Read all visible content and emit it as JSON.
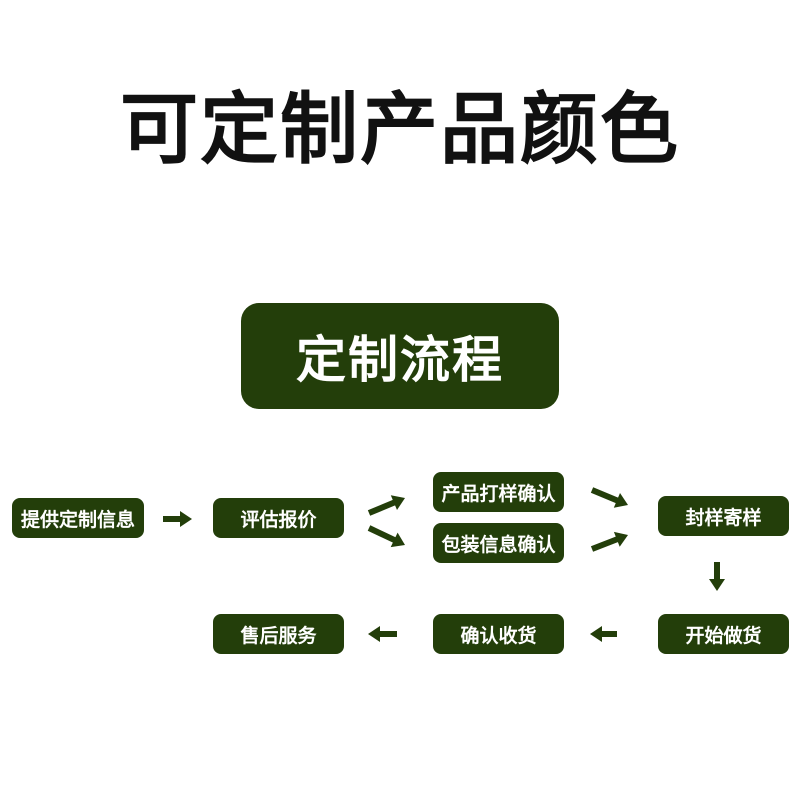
{
  "title": "可定制产品颜色",
  "banner": "定制流程",
  "steps": {
    "provide_info": "提供定制信息",
    "quote": "评估报价",
    "sample": "产品打样确认",
    "packaging": "包装信息确认",
    "seal_sample": "封样寄样",
    "production": "开始做货",
    "receive": "确认收货",
    "after_sales": "售后服务"
  },
  "colors": {
    "box": "#233e0a",
    "arrow": "#233e0a",
    "title": "#111111"
  }
}
